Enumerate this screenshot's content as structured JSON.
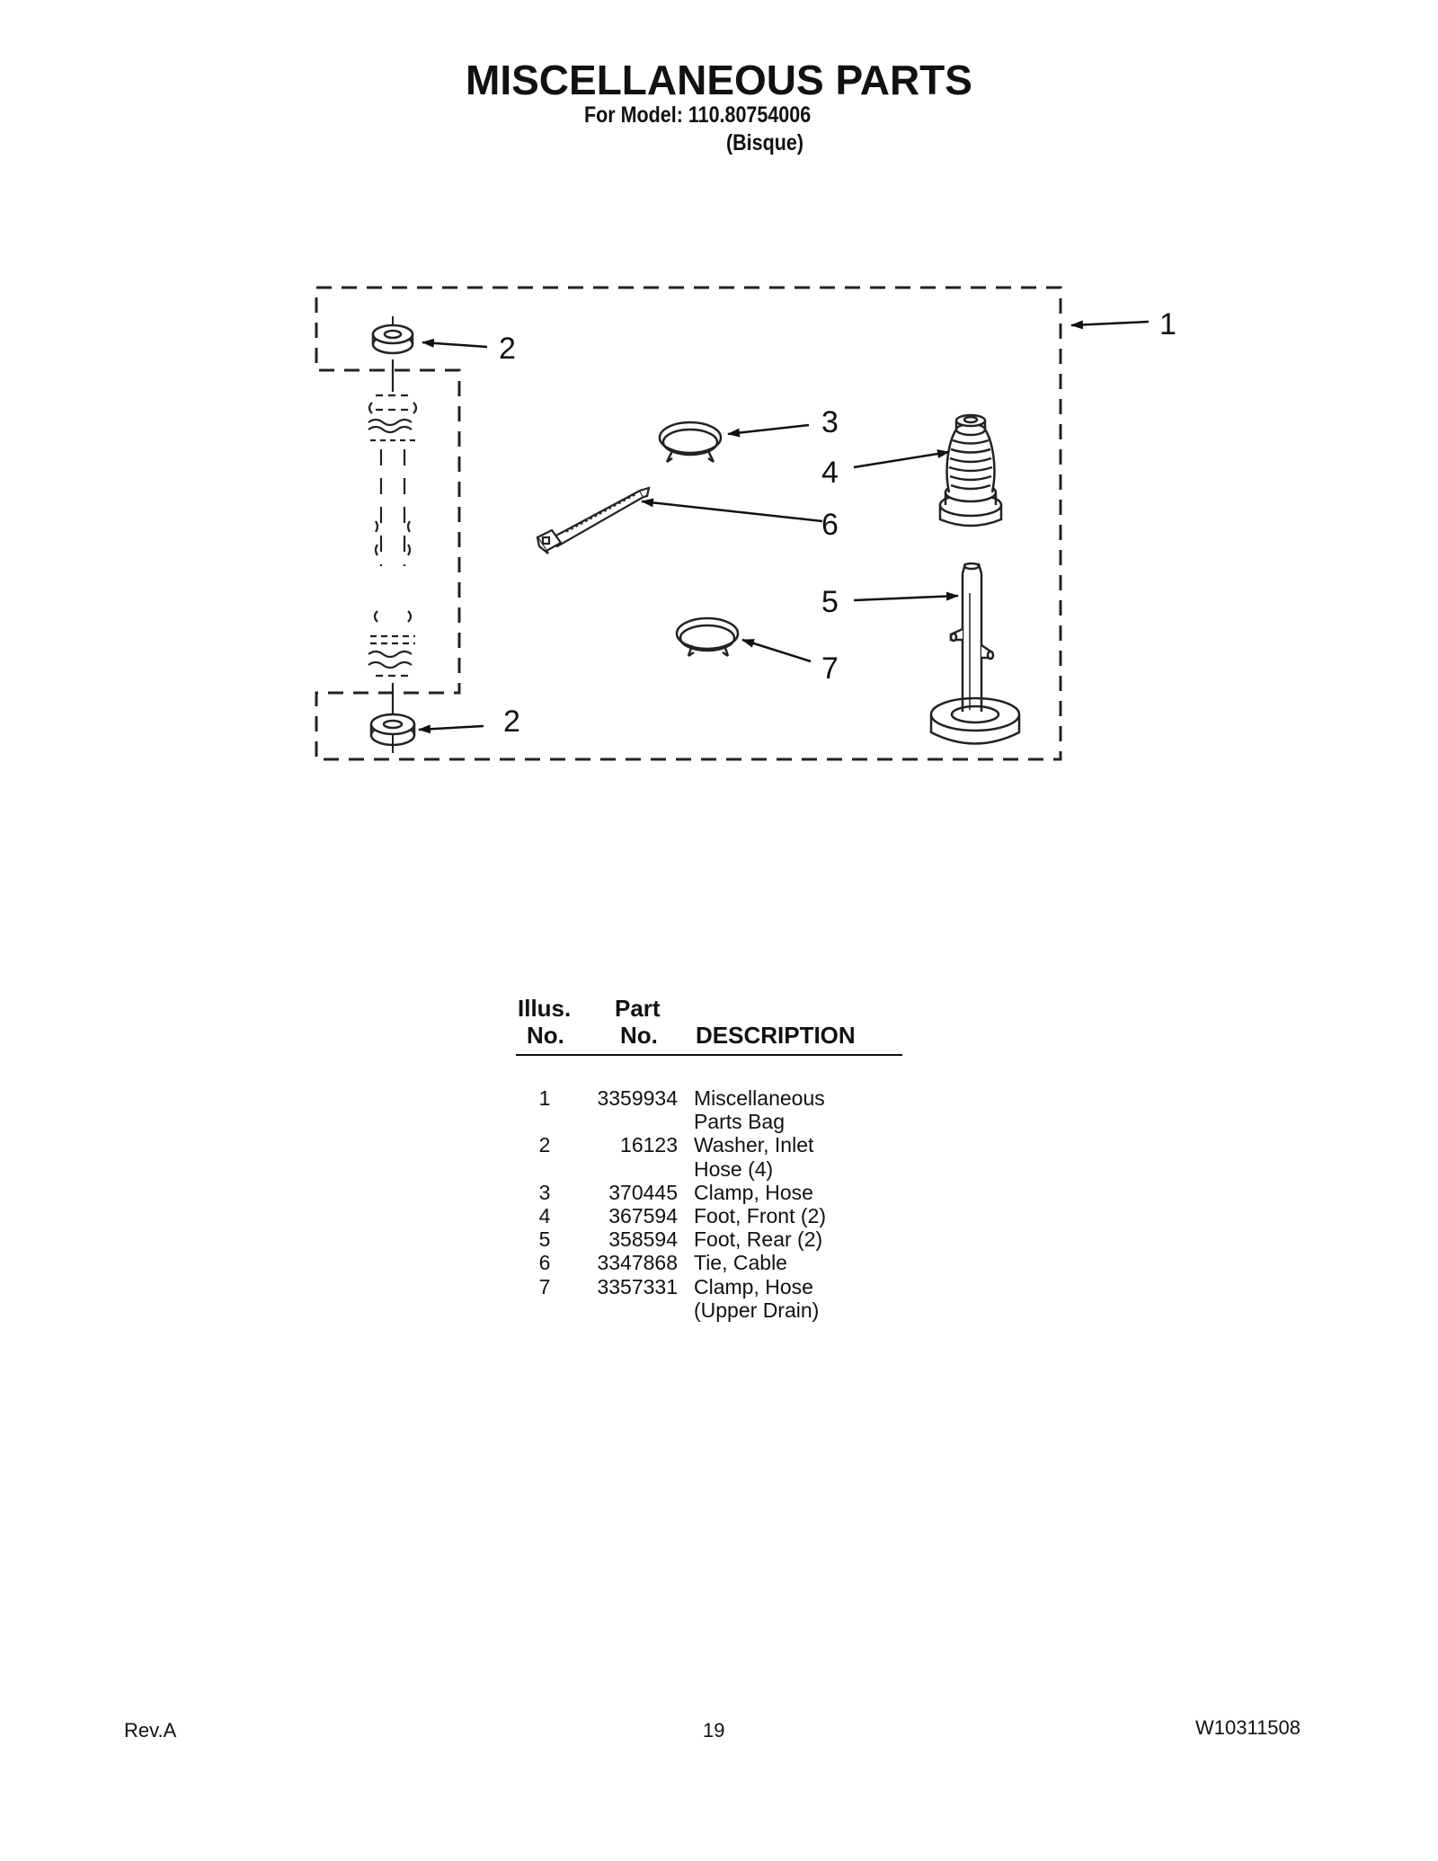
{
  "header": {
    "title": "MISCELLANEOUS PARTS",
    "model_line": "For Model: 110.80754006",
    "color_line": "(Bisque)"
  },
  "diagram": {
    "callouts": [
      "1",
      "2",
      "2",
      "3",
      "4",
      "5",
      "6",
      "7"
    ]
  },
  "table": {
    "headers": {
      "illus_1": "Illus.",
      "illus_2": "No.",
      "part_1": "Part",
      "part_2": "No.",
      "desc": "DESCRIPTION"
    },
    "rows": [
      {
        "illus": "1",
        "part": "3359934",
        "desc": "Miscellaneous"
      },
      {
        "illus": "",
        "part": "",
        "desc": "Parts Bag"
      },
      {
        "illus": "2",
        "part": "16123",
        "desc": "Washer, Inlet"
      },
      {
        "illus": "",
        "part": "",
        "desc": "Hose (4)"
      },
      {
        "illus": "3",
        "part": "370445",
        "desc": "Clamp, Hose"
      },
      {
        "illus": "4",
        "part": "367594",
        "desc": "Foot, Front (2)"
      },
      {
        "illus": "5",
        "part": "358594",
        "desc": "Foot, Rear (2)"
      },
      {
        "illus": "6",
        "part": "3347868",
        "desc": "Tie, Cable"
      },
      {
        "illus": "7",
        "part": "3357331",
        "desc": "Clamp, Hose"
      },
      {
        "illus": "",
        "part": "",
        "desc": "(Upper Drain)"
      }
    ]
  },
  "footer": {
    "rev": "Rev.A",
    "page": "19",
    "doc_number": "W10311508"
  }
}
